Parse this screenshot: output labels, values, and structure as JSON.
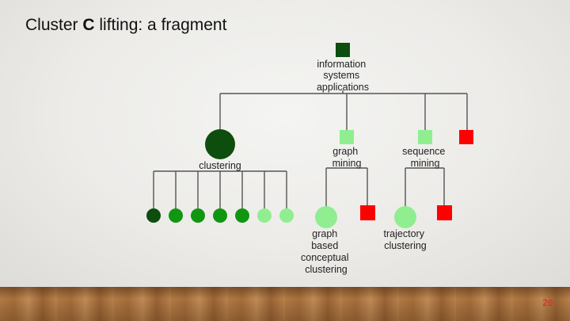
{
  "slide": {
    "title_prefix": "Cluster ",
    "title_bold": "C",
    "title_suffix": " lifting: a fragment",
    "page_number": "26"
  },
  "colors": {
    "dark_green": "#0d4d0d",
    "mid_green": "#119611",
    "light_green": "#90ee90",
    "red": "#ff0000",
    "edge": "#555555"
  },
  "nodes": {
    "root": {
      "label_lines": [
        "information",
        "systems",
        "applications"
      ]
    },
    "clustering": {
      "label": "clustering"
    },
    "graph_mining": {
      "label_lines": [
        "graph",
        "mining"
      ]
    },
    "sequence_mining": {
      "label_lines": [
        "sequence",
        "mining"
      ]
    },
    "graph_based_conceptual_clustering": {
      "label_lines": [
        "graph",
        "based",
        "conceptual",
        "clustering"
      ]
    },
    "trajectory_clustering": {
      "label_lines": [
        "trajectory",
        "clustering"
      ]
    }
  }
}
